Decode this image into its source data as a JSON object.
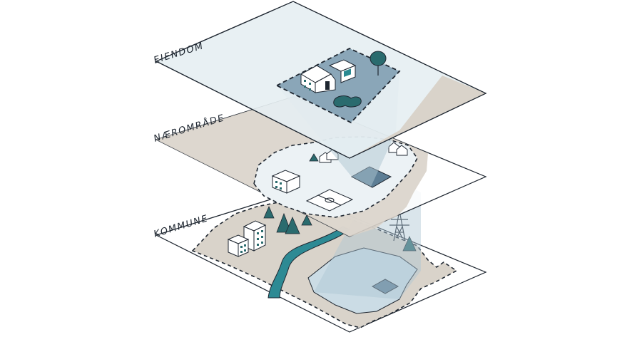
{
  "layers": [
    {
      "key": "eiendom",
      "label": "EIENDOM"
    },
    {
      "key": "naeromrade",
      "label": "NÆROMRÅDE"
    },
    {
      "key": "kommune",
      "label": "KOMMUNE"
    }
  ],
  "colors": {
    "stroke": "#1e2630",
    "plane_light": "#e6eef2",
    "plane_white": "#ffffff",
    "land_beige": "#d9d3ca",
    "plot_blue": "#8aa6b8",
    "lake": "#cbdce5",
    "river": "#2d8a94",
    "tree": "#2a6b6e",
    "beam": "#aec5d2"
  },
  "icons": [
    "house-icon",
    "garage-icon",
    "tree-icon",
    "football-field-icon",
    "building-icon",
    "power-pylon-icon",
    "river-icon",
    "lake-icon"
  ]
}
